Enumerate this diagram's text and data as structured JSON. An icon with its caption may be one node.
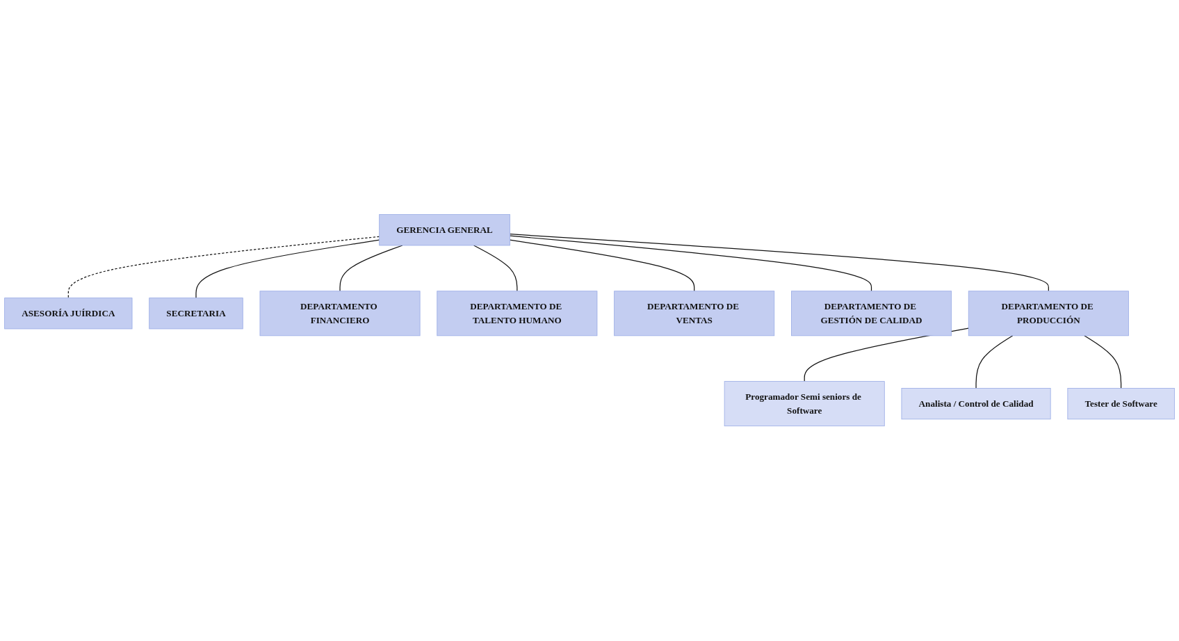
{
  "diagram": {
    "nodes": [
      {
        "text": [
          "GERENCIA GENERAL"
        ]
      },
      {
        "text": [
          "ASESORÍA JUÍRDICA"
        ]
      },
      {
        "text": [
          "SECRETARIA"
        ]
      },
      {
        "text": [
          "DEPARTAMENTO FINANCIERO"
        ]
      },
      {
        "text": [
          "DEPARTAMENTO DE TALENTO HUMANO"
        ]
      },
      {
        "text": [
          "DEPARTAMENTO DE VENTAS"
        ]
      },
      {
        "text": [
          "DEPARTAMENTO DE GESTIÓN DE CALIDAD"
        ]
      },
      {
        "text": [
          "DEPARTAMENTO DE PRODUCCIÓN"
        ]
      },
      {
        "text": [
          "Programador Semi seniors de Software"
        ]
      },
      {
        "text": [
          "Analista / Control de Calidad"
        ]
      },
      {
        "text": [
          "Tester de Software"
        ]
      }
    ],
    "edges": [
      {
        "from": 0,
        "to": 1,
        "arrow": "none",
        "style": "dashed"
      },
      {
        "from": 0,
        "to": 2,
        "arrow": "none"
      },
      {
        "from": 0,
        "to": 3,
        "arrow": "none"
      },
      {
        "from": 0,
        "to": 4,
        "arrow": "none"
      },
      {
        "from": 0,
        "to": 5,
        "arrow": "none"
      },
      {
        "from": 0,
        "to": 6,
        "arrow": "none"
      },
      {
        "from": 0,
        "to": 7,
        "arrow": "none"
      },
      {
        "from": 7,
        "to": 8,
        "arrow": "none"
      },
      {
        "from": 7,
        "to": 9,
        "arrow": "none"
      },
      {
        "from": 7,
        "to": 10,
        "arrow": "none"
      }
    ]
  }
}
